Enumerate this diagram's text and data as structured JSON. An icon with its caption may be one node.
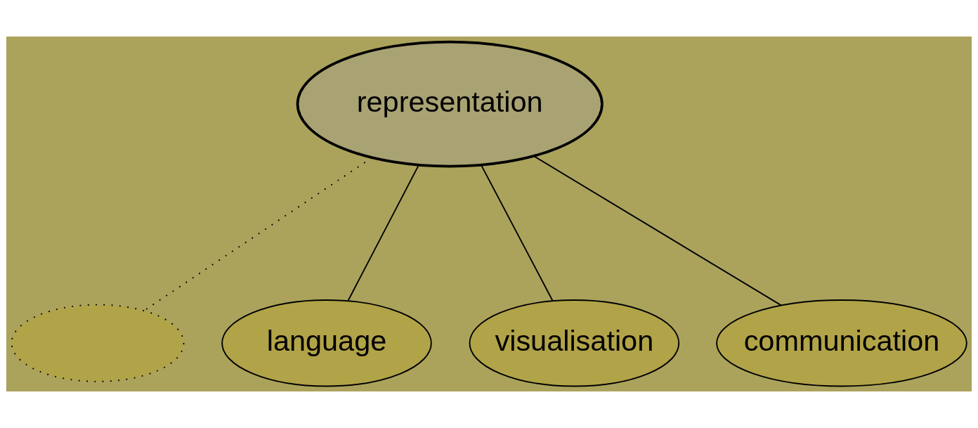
{
  "diagram": {
    "nodes": [
      {
        "text": [
          "representation"
        ]
      },
      {
        "text": [],
        "shape": "ellipse"
      },
      {
        "text": [
          "language"
        ]
      },
      {
        "text": [
          "visualisation"
        ]
      },
      {
        "text": [
          "communication"
        ]
      }
    ],
    "edges": [
      {
        "from": 0,
        "to": 1,
        "arrow": "none",
        "style": "dashed"
      },
      {
        "from": 0,
        "to": 2,
        "arrow": "none"
      },
      {
        "from": 0,
        "to": 3,
        "arrow": "none"
      },
      {
        "from": 0,
        "to": 4,
        "arrow": "none"
      }
    ]
  }
}
